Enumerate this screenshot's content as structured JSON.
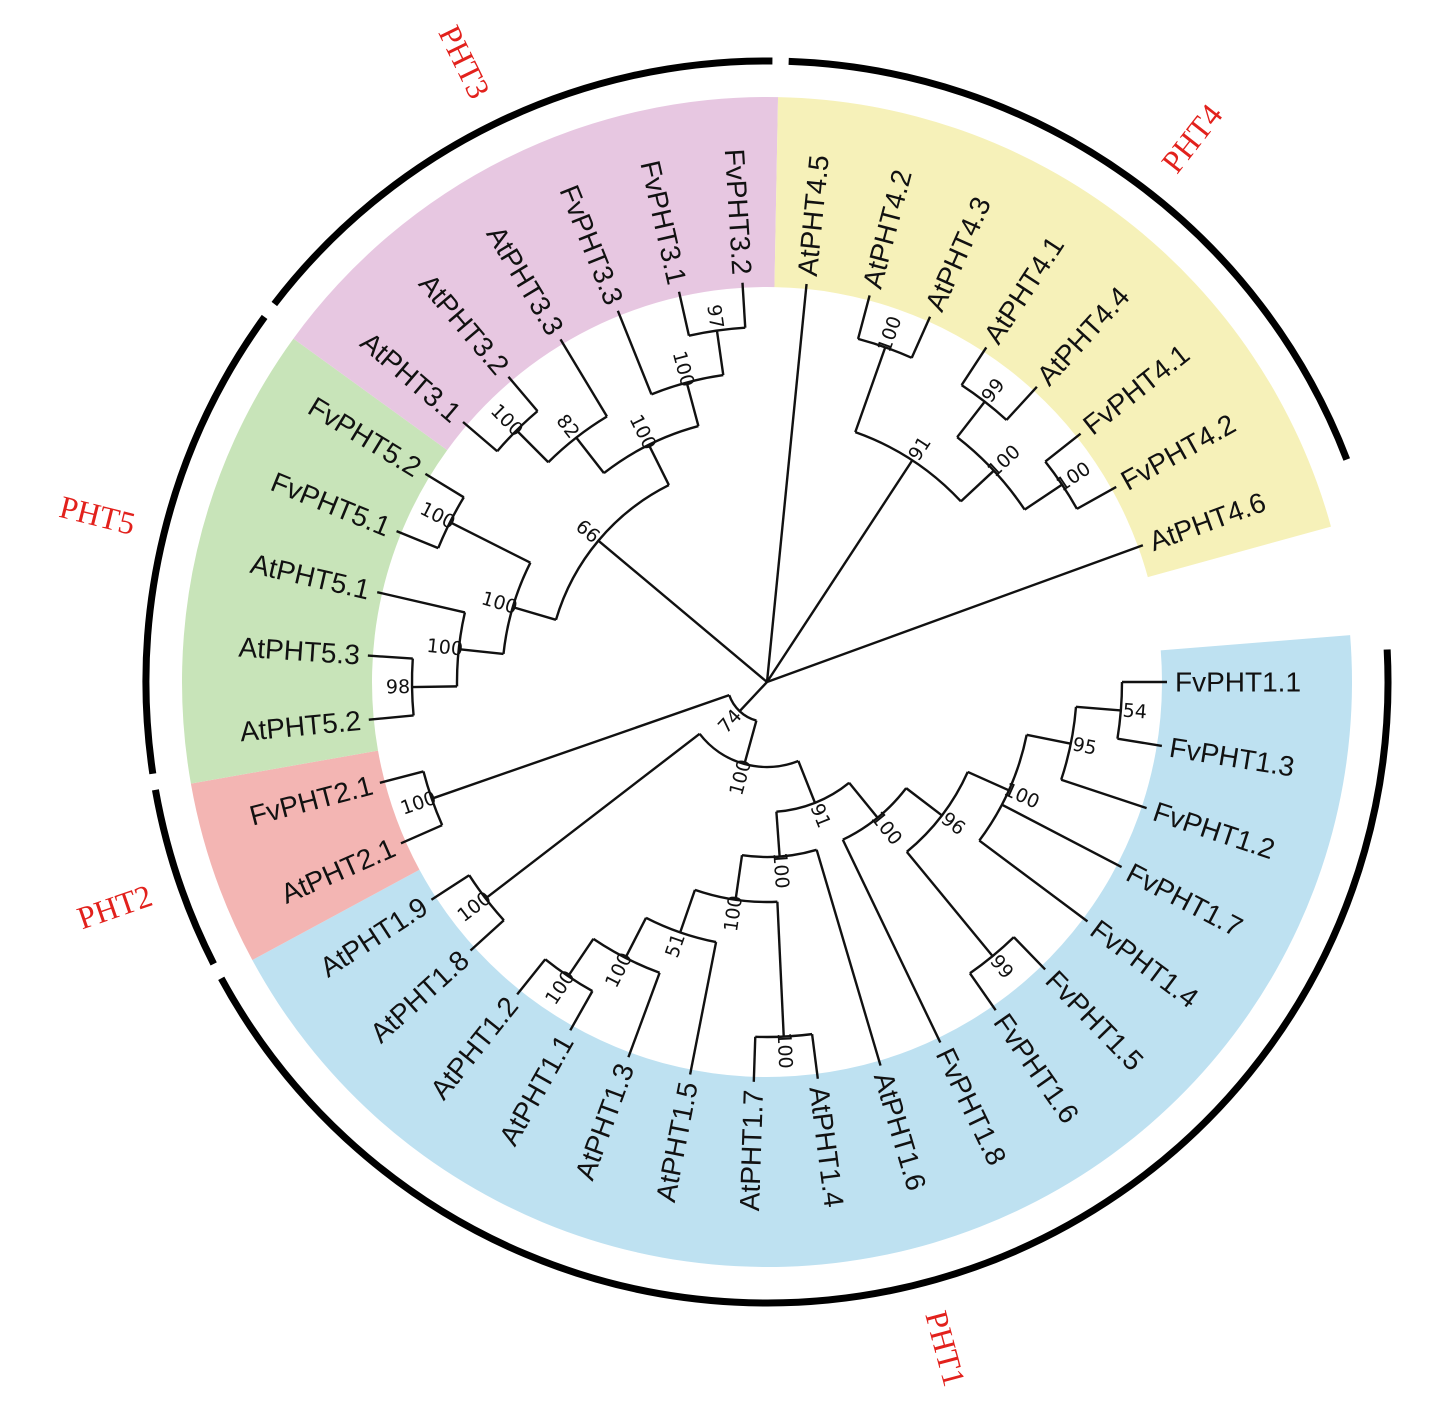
{
  "title": "Phylogenetic tree of PHT family",
  "groups": [
    {
      "name": "PHT1",
      "color": "#bee1f1",
      "first": "FvPHT1.1",
      "last": "AtPHT1.9"
    },
    {
      "name": "PHT2",
      "color": "#f3b5b3",
      "first": "AtPHT2.1",
      "last": "FvPHT2.1"
    },
    {
      "name": "PHT5",
      "color": "#c8e4b9",
      "first": "AtPHT5.2",
      "last": "FvPHT5.2"
    },
    {
      "name": "PHT3",
      "color": "#e7c7e1",
      "first": "AtPHT3.1",
      "last": "FvPHT3.2"
    },
    {
      "name": "PHT4",
      "color": "#f6f1b9",
      "first": "AtPHT4.5",
      "last": "AtPHT4.6"
    }
  ],
  "label_color": "#e2211c",
  "tree": {
    "root": true,
    "c": [
      {
        "b": "74",
        "c": [
          {
            "b": "100",
            "c": [
              {
                "b": "91",
                "c": [
                  {
                    "b": "100",
                    "c": [
                      {
                        "b": "96",
                        "c": [
                          {
                            "b": "100",
                            "c": [
                              {
                                "b": "95",
                                "c": [
                                  {
                                    "b": "54",
                                    "c": [
                                      {
                                        "n": "FvPHT1.1"
                                      },
                                      {
                                        "n": "FvPHT1.3"
                                      }
                                    ]
                                  },
                                  {
                                    "n": "FvPHT1.2"
                                  }
                                ]
                              },
                              {
                                "n": "FvPHT1.7"
                              },
                              {
                                "n": "FvPHT1.4"
                              }
                            ]
                          },
                          {
                            "b": "99",
                            "c": [
                              {
                                "n": "FvPHT1.5"
                              },
                              {
                                "n": "FvPHT1.6"
                              }
                            ]
                          }
                        ]
                      },
                      {
                        "n": "FvPHT1.8"
                      }
                    ]
                  },
                  {
                    "b": "100",
                    "c": [
                      {
                        "n": "AtPHT1.6"
                      },
                      {
                        "b": "100",
                        "c": [
                          {
                            "b": "100",
                            "c": [
                              {
                                "n": "AtPHT1.4"
                              },
                              {
                                "n": "AtPHT1.7"
                              }
                            ]
                          },
                          {
                            "b": "51",
                            "c": [
                              {
                                "n": "AtPHT1.5"
                              },
                              {
                                "b": "100",
                                "c": [
                                  {
                                    "n": "AtPHT1.3"
                                  },
                                  {
                                    "b": "100",
                                    "c": [
                                      {
                                        "n": "AtPHT1.1"
                                      },
                                      {
                                        "n": "AtPHT1.2"
                                      }
                                    ]
                                  }
                                ]
                              }
                            ]
                          }
                        ]
                      }
                    ]
                  }
                ]
              },
              {
                "b": "100",
                "c": [
                  {
                    "n": "AtPHT1.8"
                  },
                  {
                    "n": "AtPHT1.9"
                  }
                ]
              }
            ]
          },
          {
            "b": "100",
            "c": [
              {
                "n": "AtPHT2.1"
              },
              {
                "n": "FvPHT2.1"
              }
            ]
          }
        ]
      },
      {
        "b": "66",
        "c": [
          {
            "b": "100",
            "c": [
              {
                "b": "100",
                "c": [
                  {
                    "b": "98",
                    "c": [
                      {
                        "n": "AtPHT5.2"
                      },
                      {
                        "n": "AtPHT5.3"
                      }
                    ]
                  },
                  {
                    "n": "AtPHT5.1"
                  }
                ]
              },
              {
                "b": "100",
                "c": [
                  {
                    "n": "FvPHT5.1"
                  },
                  {
                    "n": "FvPHT5.2"
                  }
                ]
              }
            ]
          },
          {
            "b": "100",
            "c": [
              {
                "b": "82",
                "c": [
                  {
                    "b": "100",
                    "c": [
                      {
                        "n": "AtPHT3.1"
                      },
                      {
                        "n": "AtPHT3.2"
                      }
                    ]
                  },
                  {
                    "n": "AtPHT3.3"
                  }
                ]
              },
              {
                "b": "100",
                "c": [
                  {
                    "n": "FvPHT3.3"
                  },
                  {
                    "b": "97",
                    "c": [
                      {
                        "n": "FvPHT3.1"
                      },
                      {
                        "n": "FvPHT3.2"
                      }
                    ]
                  }
                ]
              }
            ]
          }
        ]
      },
      {
        "n": "AtPHT4.5"
      },
      {
        "b": "91",
        "c": [
          {
            "b": "100",
            "c": [
              {
                "n": "AtPHT4.2"
              },
              {
                "n": "AtPHT4.3"
              }
            ]
          },
          {
            "b": "100",
            "c": [
              {
                "b": "99",
                "c": [
                  {
                    "n": "AtPHT4.1"
                  },
                  {
                    "n": "AtPHT4.4"
                  }
                ]
              },
              {
                "b": "100",
                "c": [
                  {
                    "n": "FvPHT4.1"
                  },
                  {
                    "n": "FvPHT4.2"
                  }
                ]
              }
            ]
          }
        ]
      },
      {
        "n": "AtPHT4.6"
      }
    ]
  }
}
